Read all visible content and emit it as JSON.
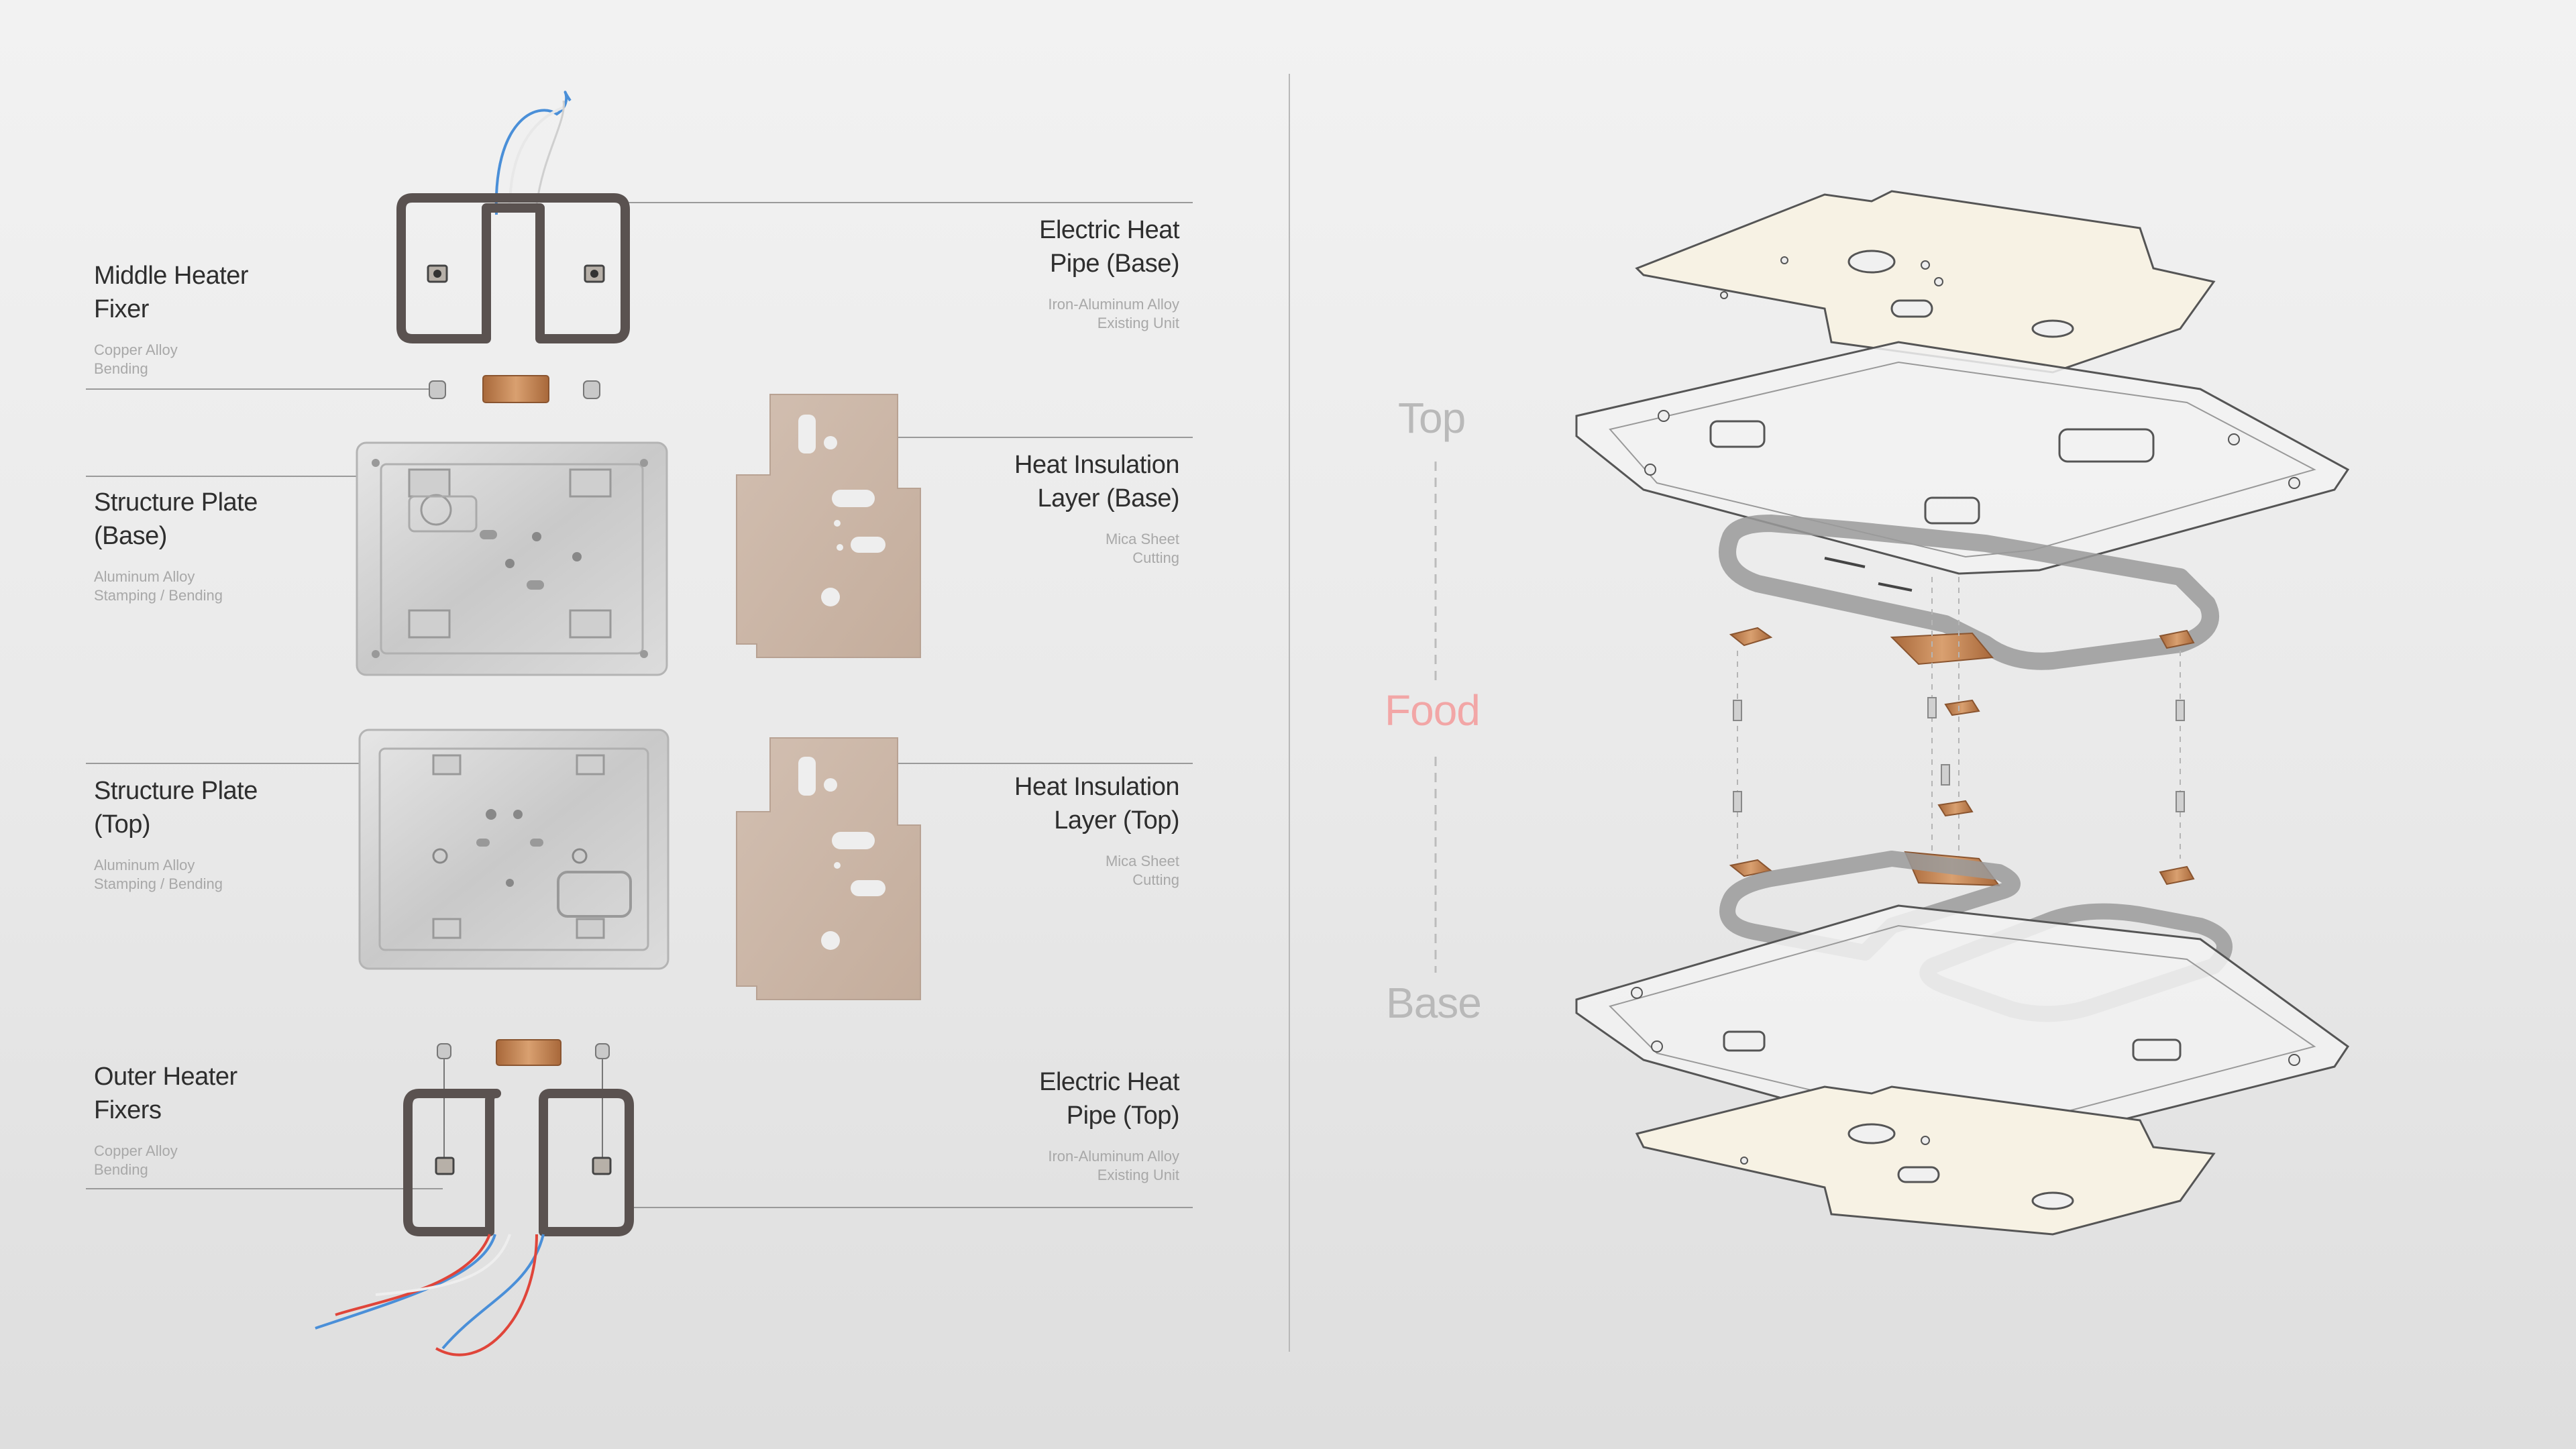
{
  "labels": {
    "middle_fixer": {
      "title_l1": "Middle Heater",
      "title_l2": "Fixer",
      "material": "Copper Alloy",
      "process": "Bending"
    },
    "pipe_base": {
      "title_l1": "Electric Heat",
      "title_l2": "Pipe (Base)",
      "material": "Iron-Aluminum Alloy",
      "process": "Existing Unit"
    },
    "plate_base": {
      "title_l1": "Structure Plate",
      "title_l2": "(Base)",
      "material": "Aluminum Alloy",
      "process": "Stamping / Bending"
    },
    "insulation_base": {
      "title_l1": "Heat Insulation",
      "title_l2": "Layer (Base)",
      "material": "Mica Sheet",
      "process": "Cutting"
    },
    "plate_top": {
      "title_l1": "Structure Plate",
      "title_l2": "(Top)",
      "material": "Aluminum Alloy",
      "process": "Stamping / Bending"
    },
    "insulation_top": {
      "title_l1": "Heat Insulation",
      "title_l2": "Layer (Top)",
      "material": "Mica Sheet",
      "process": "Cutting"
    },
    "outer_fixers": {
      "title_l1": "Outer Heater",
      "title_l2": "Fixers",
      "material": "Copper Alloy",
      "process": "Bending"
    },
    "pipe_top": {
      "title_l1": "Electric Heat",
      "title_l2": "Pipe (Top)",
      "material": "Iron-Aluminum Alloy",
      "process": "Existing Unit"
    }
  },
  "axis": {
    "top": "Top",
    "food": "Food",
    "base": "Base"
  },
  "colors": {
    "mica": "#cbb6a6",
    "aluminum": "#d6d6d6",
    "copper": "#c9854e",
    "pipe": "#5a5250",
    "wire_red": "#e0453a",
    "wire_blue": "#4a8fd8",
    "axis_food": "#f2a6a6",
    "axis_muted": "#b9b9b9"
  },
  "icons": [
    "heater-pipe-icon",
    "fixer-clip-icon",
    "structure-plate-icon",
    "mica-sheet-icon",
    "exploded-view-icon"
  ]
}
